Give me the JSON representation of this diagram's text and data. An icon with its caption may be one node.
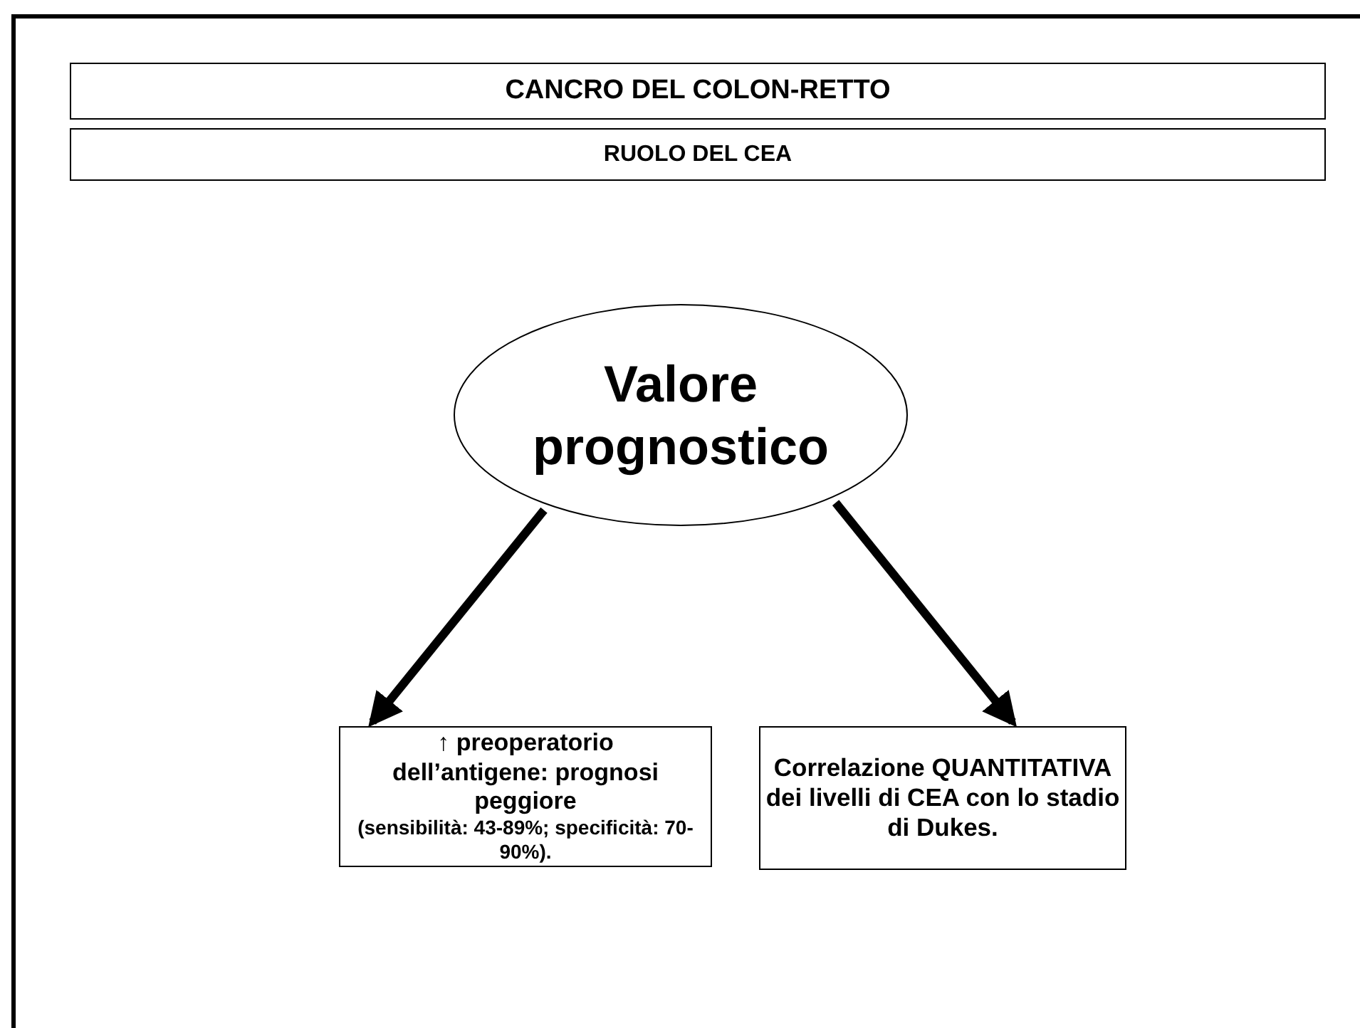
{
  "diagram": {
    "nodes": [
      {
        "text": [
          "CANCRO DEL COLON-RETTO"
        ]
      },
      {
        "text": [
          "RUOLO DEL CEA"
        ]
      },
      {
        "text": [
          "Valore prognostico"
        ]
      },
      {
        "text": [
          "↑ preoperatorio dell’antigene: prognosi peggiore",
          "(sensibilità: 43-89%; specificità: 70-90%)."
        ]
      },
      {
        "text": [
          "Correlazione QUANTITATIVA dei livelli di CEA con lo stadio di Dukes."
        ]
      }
    ],
    "edges": [
      {
        "from": 2,
        "to": 3,
        "arrow": "to"
      },
      {
        "from": 2,
        "to": 4,
        "arrow": "to"
      }
    ]
  }
}
